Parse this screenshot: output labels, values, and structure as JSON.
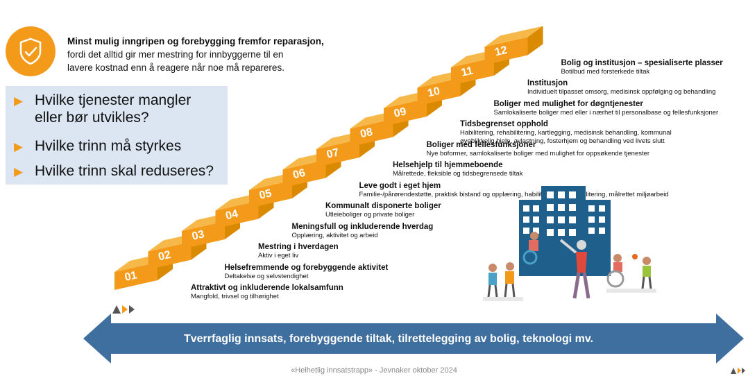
{
  "intro": {
    "bold": "Minst mulig inngripen og forebygging fremfor reparasjon,",
    "line2": "fordi det alltid gir mer mestring for innbyggerne til en",
    "line3": "lavere kostnad enn å reagere når noe må repareres."
  },
  "questions": [
    {
      "line1": "Hvilke tjenester mangler",
      "line2": "eller bør utvikles?"
    },
    {
      "line1": "Hvilke trinn må styrkes",
      "line2": ""
    },
    {
      "line1": "Hvilke trinn skal reduseres?",
      "line2": ""
    }
  ],
  "steps": [
    {
      "num": "01",
      "title": "Attraktivt og inkluderende lokalsamfunn",
      "sub1": "Mangfold, trivsel og tilhørighet",
      "sub2": ""
    },
    {
      "num": "02",
      "title": "Helsefremmende og forebyggende aktivitet",
      "sub1": "Deltakelse og selvstendighet",
      "sub2": ""
    },
    {
      "num": "03",
      "title": "Mestring i hverdagen",
      "sub1": "Aktiv i eget liv",
      "sub2": ""
    },
    {
      "num": "04",
      "title": "Meningsfull og inkluderende hverdag",
      "sub1": "Opplæring, aktivitet og arbeid",
      "sub2": ""
    },
    {
      "num": "05",
      "title": "Kommunalt disponerte boliger",
      "sub1": "Utleieboliger og private boliger",
      "sub2": ""
    },
    {
      "num": "06",
      "title": "Leve godt i eget hjem",
      "sub1": "Familie-/pårørendestøtte, praktisk bistand og opplæring, habilitering og rehabilitering, målrettet miljøarbeid",
      "sub2": ""
    },
    {
      "num": "07",
      "title": "Helsehjelp til hjemmeboende",
      "sub1": "Målrettede, fleksible og tidsbegrensede tiltak",
      "sub2": ""
    },
    {
      "num": "08",
      "title": "Boliger med fellesfunksjoner",
      "sub1": "Nye boformer, samlokaliserte boliger med mulighet for oppsøkende tjenester",
      "sub2": ""
    },
    {
      "num": "09",
      "title": "Tidsbegrenset opphold",
      "sub1": "Habilitering, rehabilitering, kartlegging, medisinsk behandling, kommunal",
      "sub2": "øyeblikkelig hjelp, avlastning, fosterhjem og behandling ved livets slutt"
    },
    {
      "num": "10",
      "title": "Boliger med mulighet for døgntjenester",
      "sub1": "Samlokaliserte boliger med eller i nærhet til personalbase og fellesfunksjoner",
      "sub2": ""
    },
    {
      "num": "11",
      "title": "Institusjon",
      "sub1": "Individuelt tilpasset omsorg, medisinsk oppfølging og behandling",
      "sub2": ""
    },
    {
      "num": "12",
      "title": "Bolig og institusjon – spesialiserte plasser",
      "sub1": "Botilbud med forsterkede tiltak",
      "sub2": ""
    }
  ],
  "arrow_text": "Tverrfaglig innsats, forebyggende tiltak, tilrettelegging av bolig, teknologi mv.",
  "footer": "«Helhetlig innsatstrapp» - Jevnaker oktober 2024",
  "colors": {
    "orange": "#f39a1b",
    "step_dark": "#d98a00",
    "arrow": "#3f6f9f",
    "building": "#1f5f8b",
    "qbox": "#dbe6f2"
  },
  "icons": [
    "shield-check-icon",
    "triangle-bullet-icon",
    "buildings-illustration",
    "people-illustration",
    "logo-icon"
  ]
}
